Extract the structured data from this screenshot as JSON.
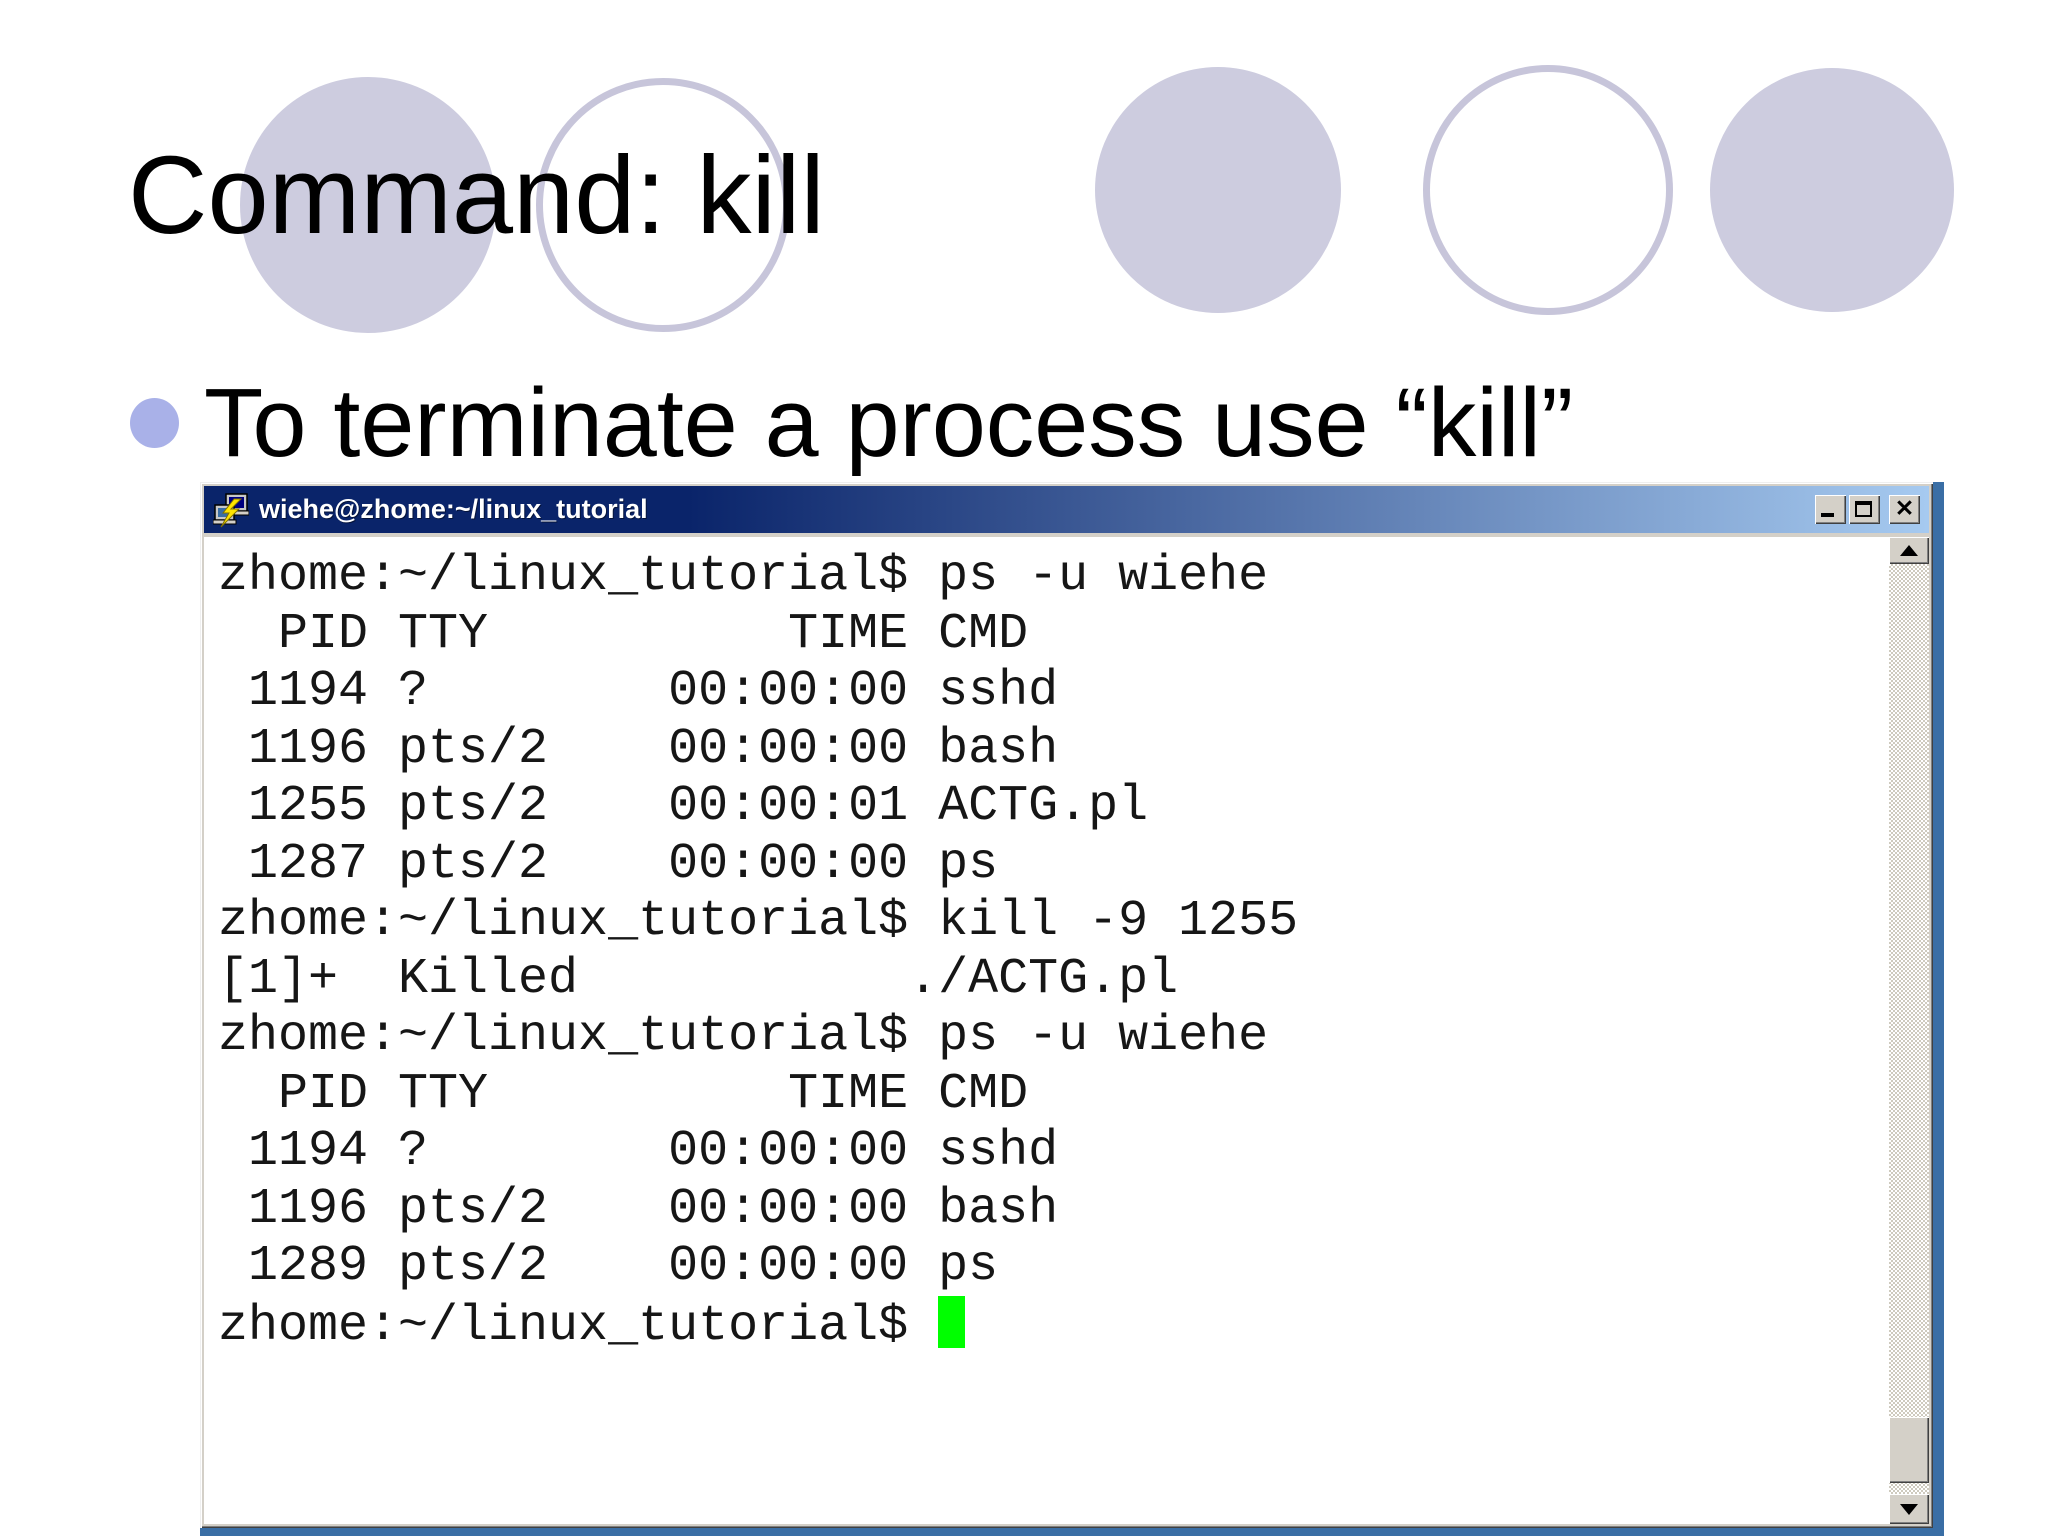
{
  "slide": {
    "title": "Command: kill",
    "bullet": "To terminate a process use “kill”"
  },
  "window": {
    "title": "wiehe@zhome:~/linux_tutorial"
  },
  "icons": {
    "close": "✕"
  },
  "terminal": {
    "lines": [
      "zhome:~/linux_tutorial$ ps -u wiehe",
      "  PID TTY          TIME CMD",
      " 1194 ?        00:00:00 sshd",
      " 1196 pts/2    00:00:00 bash",
      " 1255 pts/2    00:00:01 ACTG.pl",
      " 1287 pts/2    00:00:00 ps",
      "zhome:~/linux_tutorial$ kill -9 1255",
      "[1]+  Killed           ./ACTG.pl",
      "zhome:~/linux_tutorial$ ps -u wiehe",
      "  PID TTY          TIME CMD",
      " 1194 ?        00:00:00 sshd",
      " 1196 pts/2    00:00:00 bash",
      " 1289 pts/2    00:00:00 ps",
      "zhome:~/linux_tutorial$ "
    ],
    "cursor": "block"
  },
  "colors": {
    "circle_fill": "#cdccdf",
    "circle_outline": "#c7c5da",
    "bullet": "#a9b1e8",
    "titlebar_left": "#0a246a",
    "titlebar_right": "#a6caf0",
    "chrome_gray": "#d4d0c8",
    "desktop_blue": "#3a6ea5",
    "cursor_green": "#00ff00"
  }
}
